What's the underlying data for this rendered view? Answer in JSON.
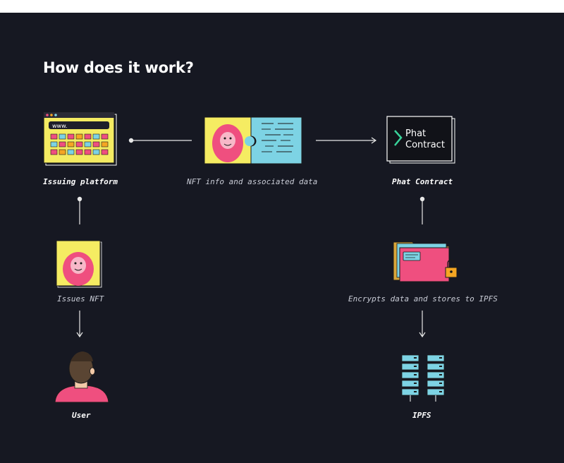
{
  "title": "How does it work?",
  "nodes": {
    "issuing_platform": {
      "label": "Issuing platform",
      "url_text": "www."
    },
    "nft_info": {
      "label": "NFT info and associated data"
    },
    "phat_contract": {
      "label": "Phat Contract",
      "logo_line1": "Phat",
      "logo_line2": "Contract"
    },
    "issues_nft": {
      "label": "Issues NFT"
    },
    "encrypts": {
      "label": "Encrypts data and stores to IPFS"
    },
    "user": {
      "label": "User"
    },
    "ipfs": {
      "label": "IPFS"
    }
  },
  "colors": {
    "background": "#161822",
    "yellow": "#f5ec62",
    "pink": "#ef4f7f",
    "cyan": "#7dd3e4",
    "line": "#e8e8e8"
  }
}
